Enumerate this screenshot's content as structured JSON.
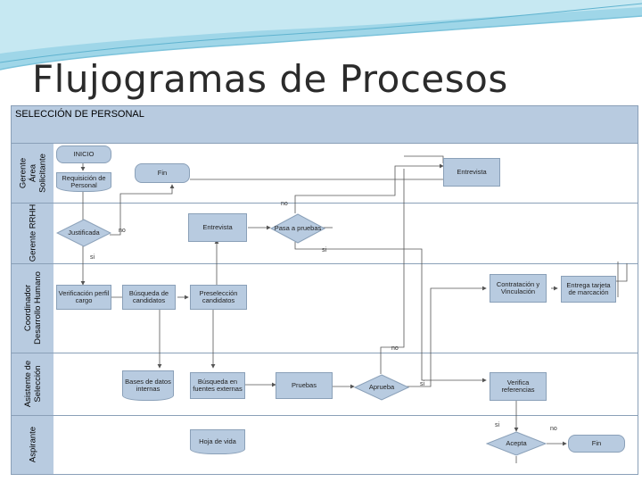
{
  "slide": {
    "title": "Flujogramas de Procesos"
  },
  "diagram": {
    "title": "SELECCIÓN DE PERSONAL",
    "lanes": [
      "Gerente Área Solicitante",
      "Gerente RRHH",
      "Coordinador Desarrollo Humano",
      "Asistente de Selección",
      "Aspirante"
    ],
    "nodes": {
      "inicio": "INICIO",
      "requisicion": "Requisición de Personal",
      "fin_top": "Fin",
      "entrevista_gerente": "Entrevista",
      "justificada": "Justificada",
      "entrevista_rrhh": "Entrevista",
      "pasa_pruebas": "Pasa a pruebas",
      "verificacion": "Verificación perfil cargo",
      "busqueda_candidatos": "Búsqueda de candidatos",
      "preseleccion": "Preselección candidatos",
      "contratacion": "Contratación y Vinculación",
      "tarjeta": "Entrega tarjeta de marcación",
      "bases_datos": "Bases de datos internas",
      "busqueda_fuentes": "Búsqueda en fuentes externas",
      "pruebas": "Pruebas",
      "aprueba": "Aprueba",
      "verifica_referencias": "Verifica referencias",
      "hoja_vida": "Hoja de vida",
      "acepta": "Acepta",
      "fin_bottom": "Fin"
    },
    "edge_labels": {
      "no_1": "no",
      "no_2": "no",
      "si_1": "si",
      "si_2": "si",
      "no_3": "no",
      "si_3": "si",
      "si_4": "si",
      "no_4": "no"
    }
  }
}
